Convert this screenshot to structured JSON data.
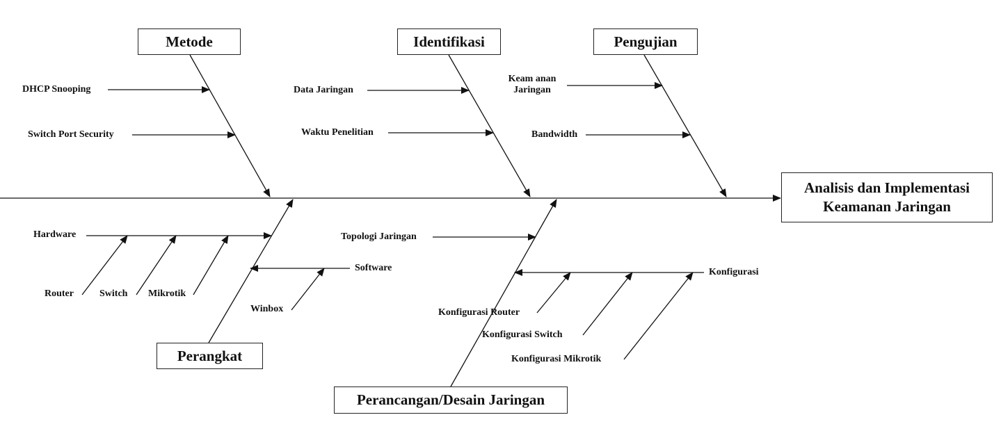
{
  "effect": {
    "line1": "Analisis dan Implementasi",
    "line2": "Keamanan Jaringan"
  },
  "categories": {
    "metode": "Metode",
    "identifikasi": "Identifikasi",
    "pengujian": "Pengujian",
    "perangkat": "Perangkat",
    "perancangan": "Perancangan/Desain Jaringan"
  },
  "causes": {
    "dhcp_snooping": "DHCP Snooping",
    "switch_port_security": "Switch Port Security",
    "data_jaringan": "Data Jaringan",
    "waktu_penelitian": "Waktu Penelitian",
    "keamanan_jaringan_1": "Keam anan",
    "keamanan_jaringan_2": "Jaringan",
    "bandwidth": "Bandwidth",
    "hardware": "Hardware",
    "router": "Router",
    "switch": "Switch",
    "mikrotik": "Mikrotik",
    "software": "Software",
    "winbox": "Winbox",
    "topologi_jaringan": "Topologi Jaringan",
    "konfigurasi": "Konfigurasi",
    "konfigurasi_router": "Konfigurasi Router",
    "konfigurasi_switch": "Konfigurasi Switch",
    "konfigurasi_mikrotik": "Konfigurasi Mikrotik"
  }
}
